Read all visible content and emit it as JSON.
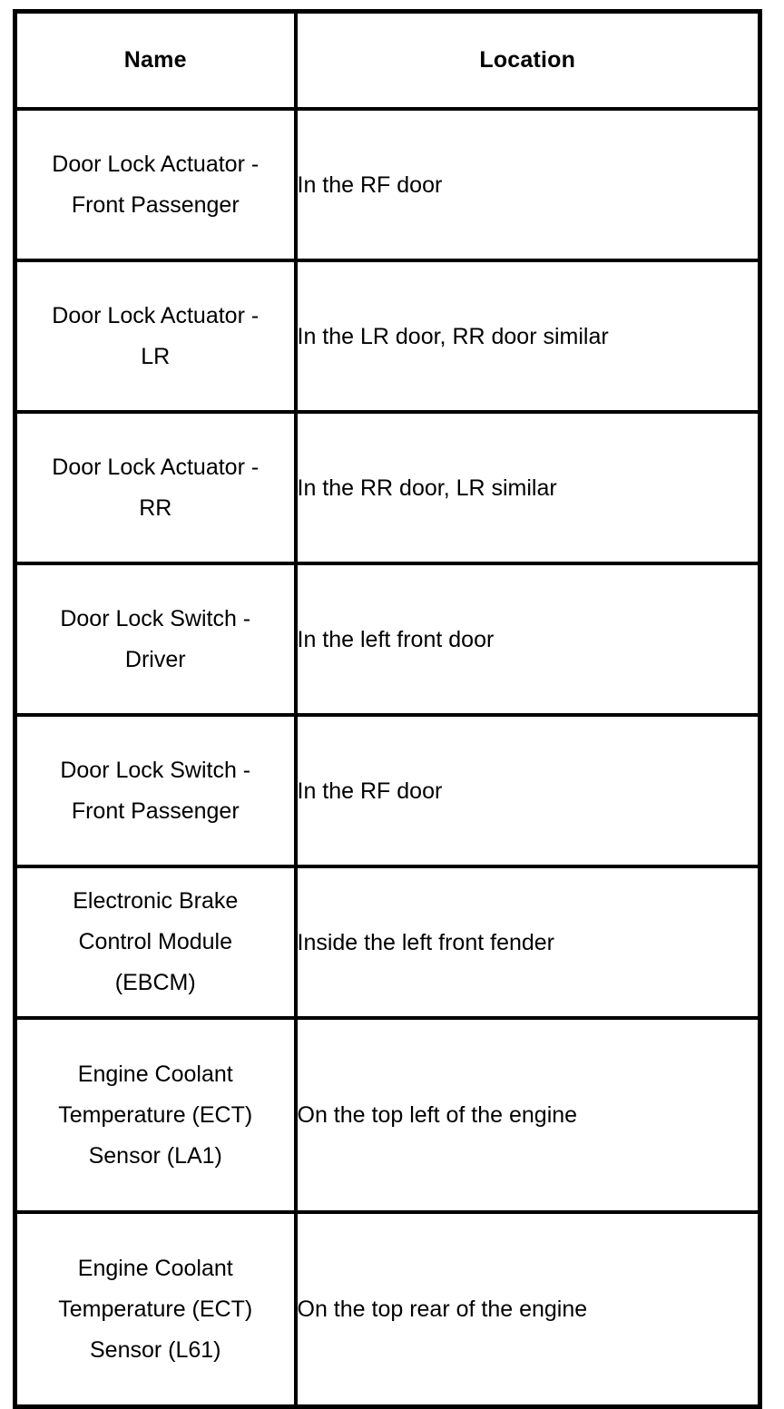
{
  "table": {
    "columns": [
      {
        "key": "name",
        "label": "Name",
        "align": "center"
      },
      {
        "key": "location",
        "label": "Location",
        "align": "left"
      }
    ],
    "rows": [
      {
        "name": "Door Lock Actuator - Front Passenger",
        "name_lines": [
          "Door Lock Actuator -",
          "Front Passenger"
        ],
        "location": "In the RF door",
        "size": "std"
      },
      {
        "name": "Door Lock Actuator - LR",
        "name_lines": [
          "Door Lock Actuator -",
          "LR"
        ],
        "location": "In the LR door, RR door similar",
        "size": "std"
      },
      {
        "name": "Door Lock Actuator - RR",
        "name_lines": [
          "Door Lock Actuator -",
          "RR"
        ],
        "location": "In the RR door, LR similar",
        "size": "std"
      },
      {
        "name": "Door Lock Switch - Driver",
        "name_lines": [
          "Door Lock Switch -",
          "Driver"
        ],
        "location": "In the left front door",
        "size": "std"
      },
      {
        "name": "Door Lock Switch - Front Passenger",
        "name_lines": [
          "Door Lock Switch -",
          "Front Passenger"
        ],
        "location": "In the RF door",
        "size": "std"
      },
      {
        "name": "Electronic Brake Control Module (EBCM)",
        "name_lines": [
          "Electronic Brake",
          "Control Module",
          "(EBCM)"
        ],
        "location": "Inside the left front fender",
        "size": "std"
      },
      {
        "name": "Engine Coolant Temperature (ECT) Sensor (LA1)",
        "name_lines": [
          "Engine Coolant",
          "Temperature (ECT)",
          "Sensor (LA1)"
        ],
        "location": "On the top left of the engine",
        "size": "tall"
      },
      {
        "name": "Engine Coolant Temperature (ECT) Sensor (L61)",
        "name_lines": [
          "Engine Coolant",
          "Temperature (ECT)",
          "Sensor (L61)"
        ],
        "location": "On the top rear of the engine",
        "size": "tall"
      }
    ]
  },
  "style": {
    "text_color": "#000000",
    "border_color": "#000000",
    "background_color": "#ffffff"
  }
}
